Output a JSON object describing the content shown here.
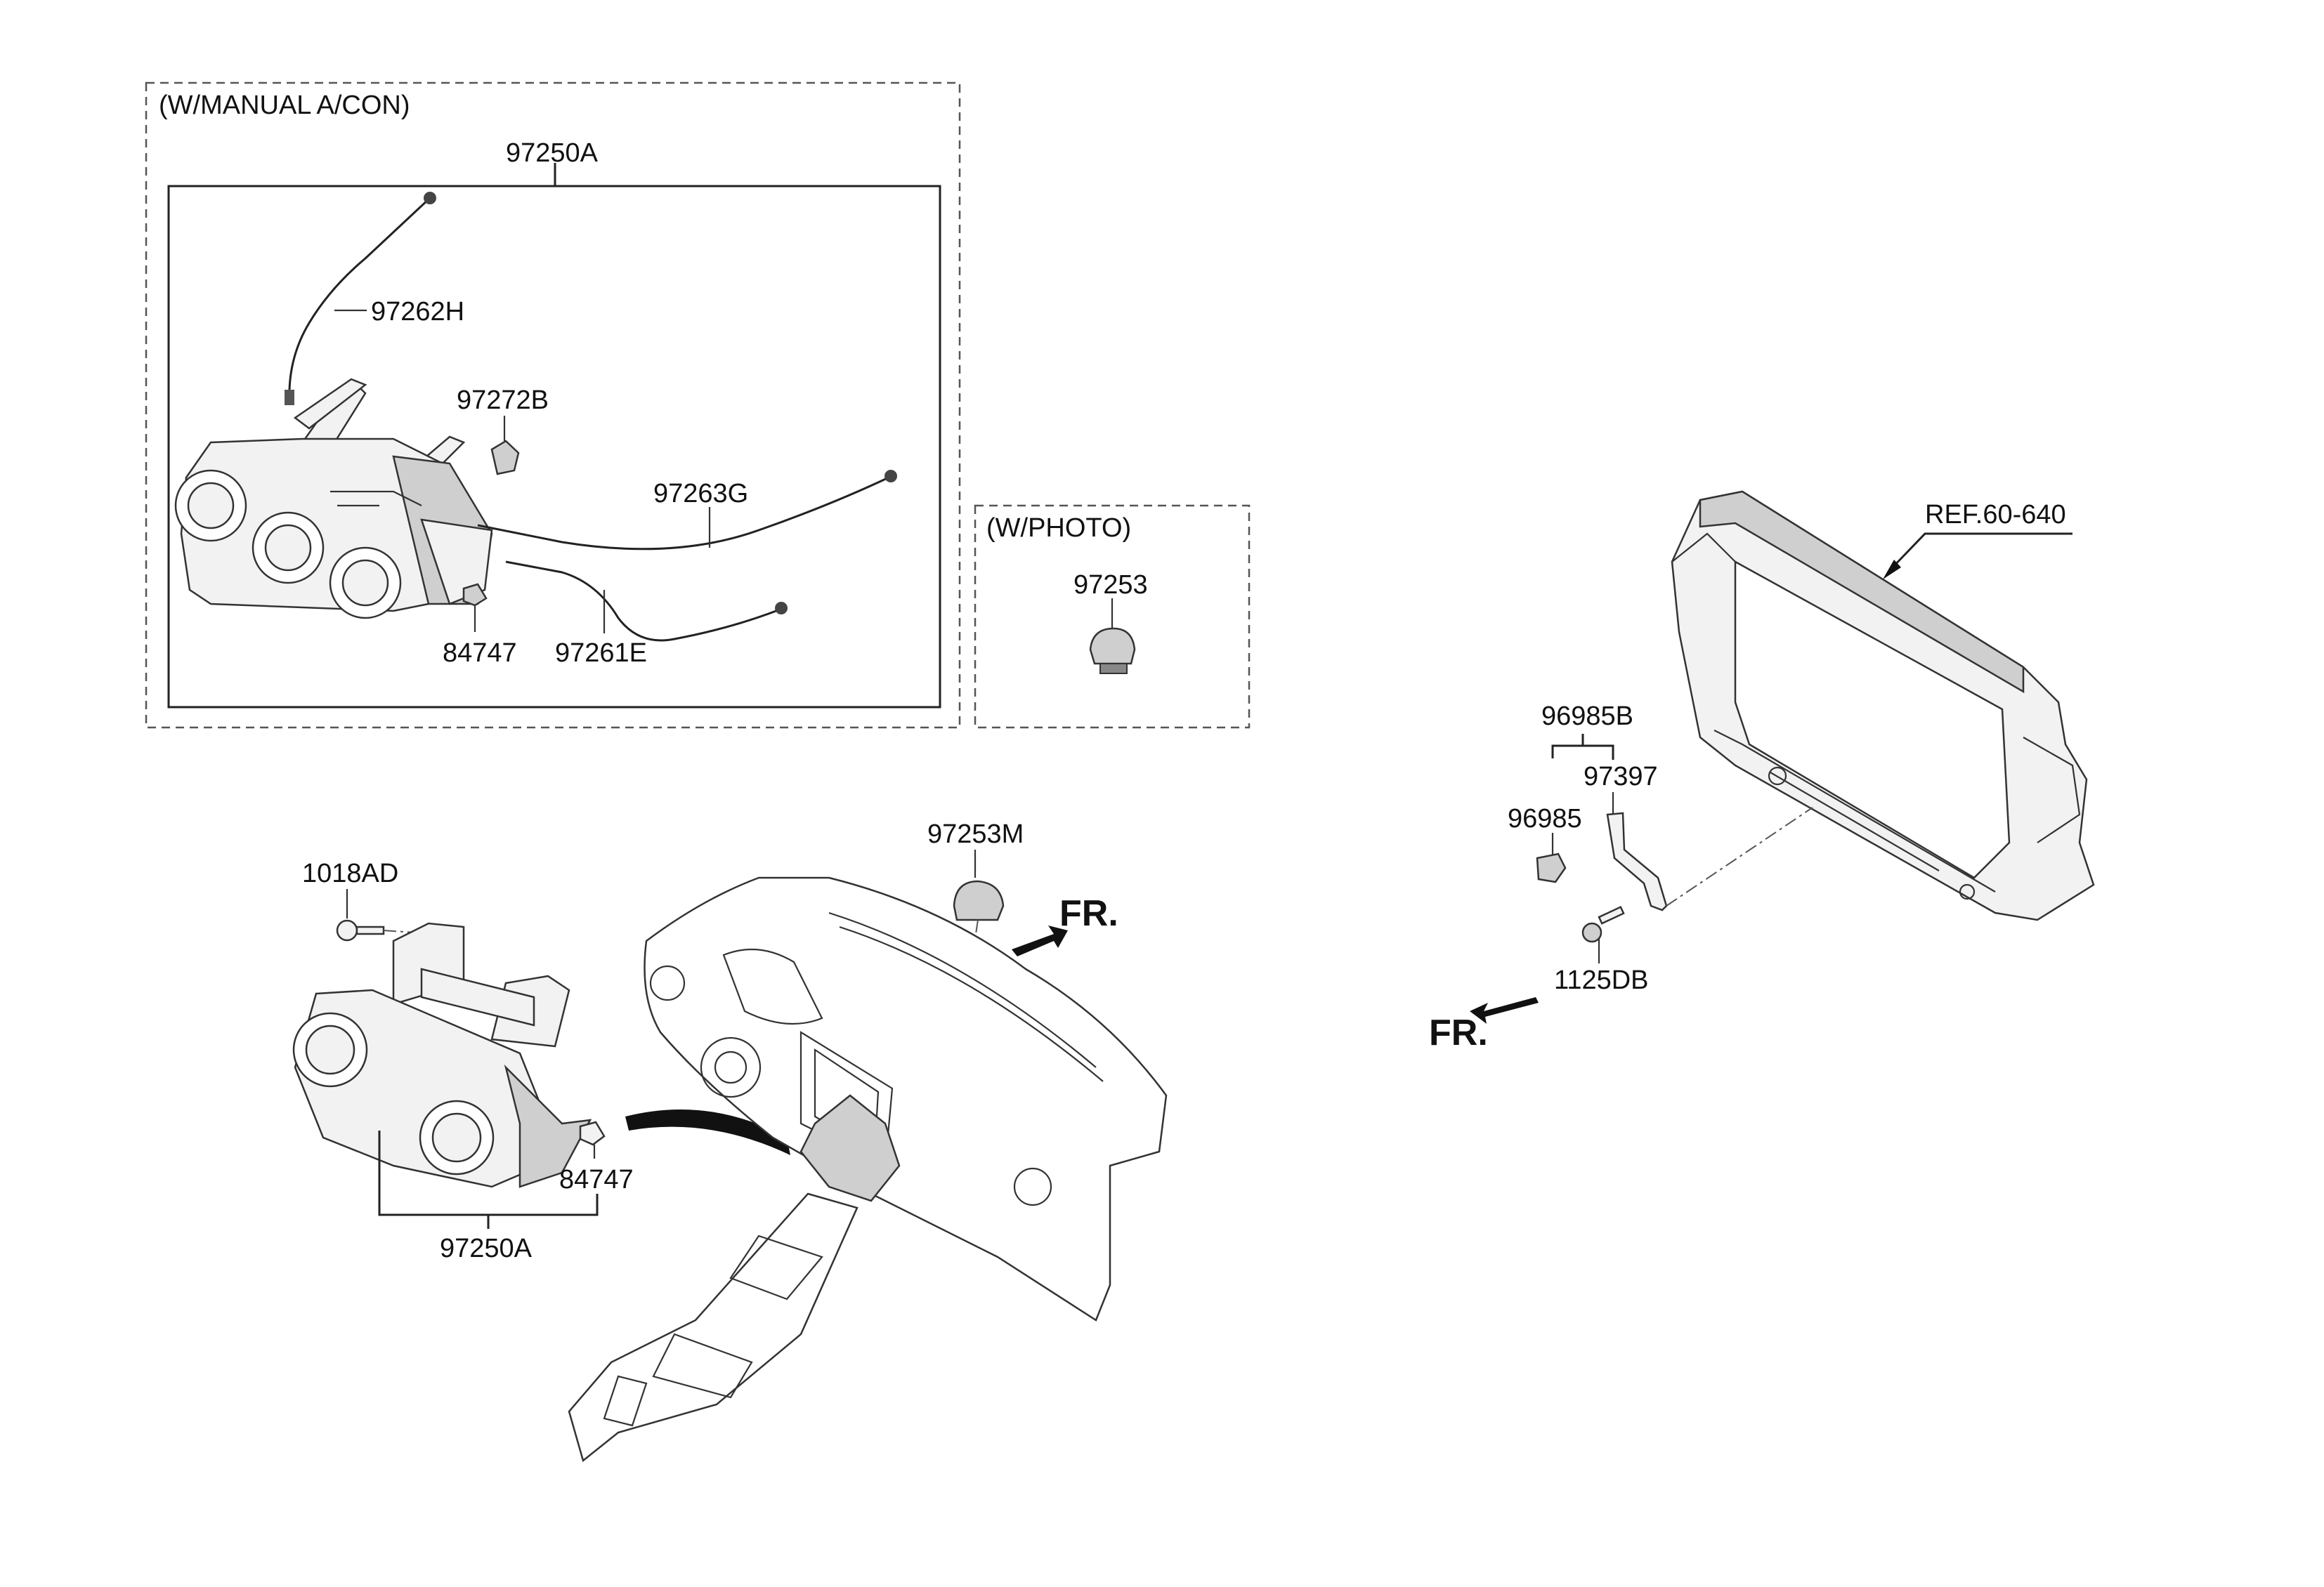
{
  "groups": {
    "manual_acon": "(W/MANUAL A/CON)",
    "photo": "(W/PHOTO)"
  },
  "labels": {
    "p97250A_top": "97250A",
    "p97262H": "97262H",
    "p97272B": "97272B",
    "p97263G": "97263G",
    "p84747_top": "84747",
    "p97261E": "97261E",
    "p97253": "97253",
    "p97253M": "97253M",
    "p1018AD": "1018AD",
    "p84747_bottom": "84747",
    "p97250A_bottom": "97250A",
    "ref": "REF.60-640",
    "p96985B": "96985B",
    "p97397": "97397",
    "p96985": "96985",
    "p1125DB": "1125DB",
    "fr_dash": "FR.",
    "fr_carrier": "FR."
  }
}
